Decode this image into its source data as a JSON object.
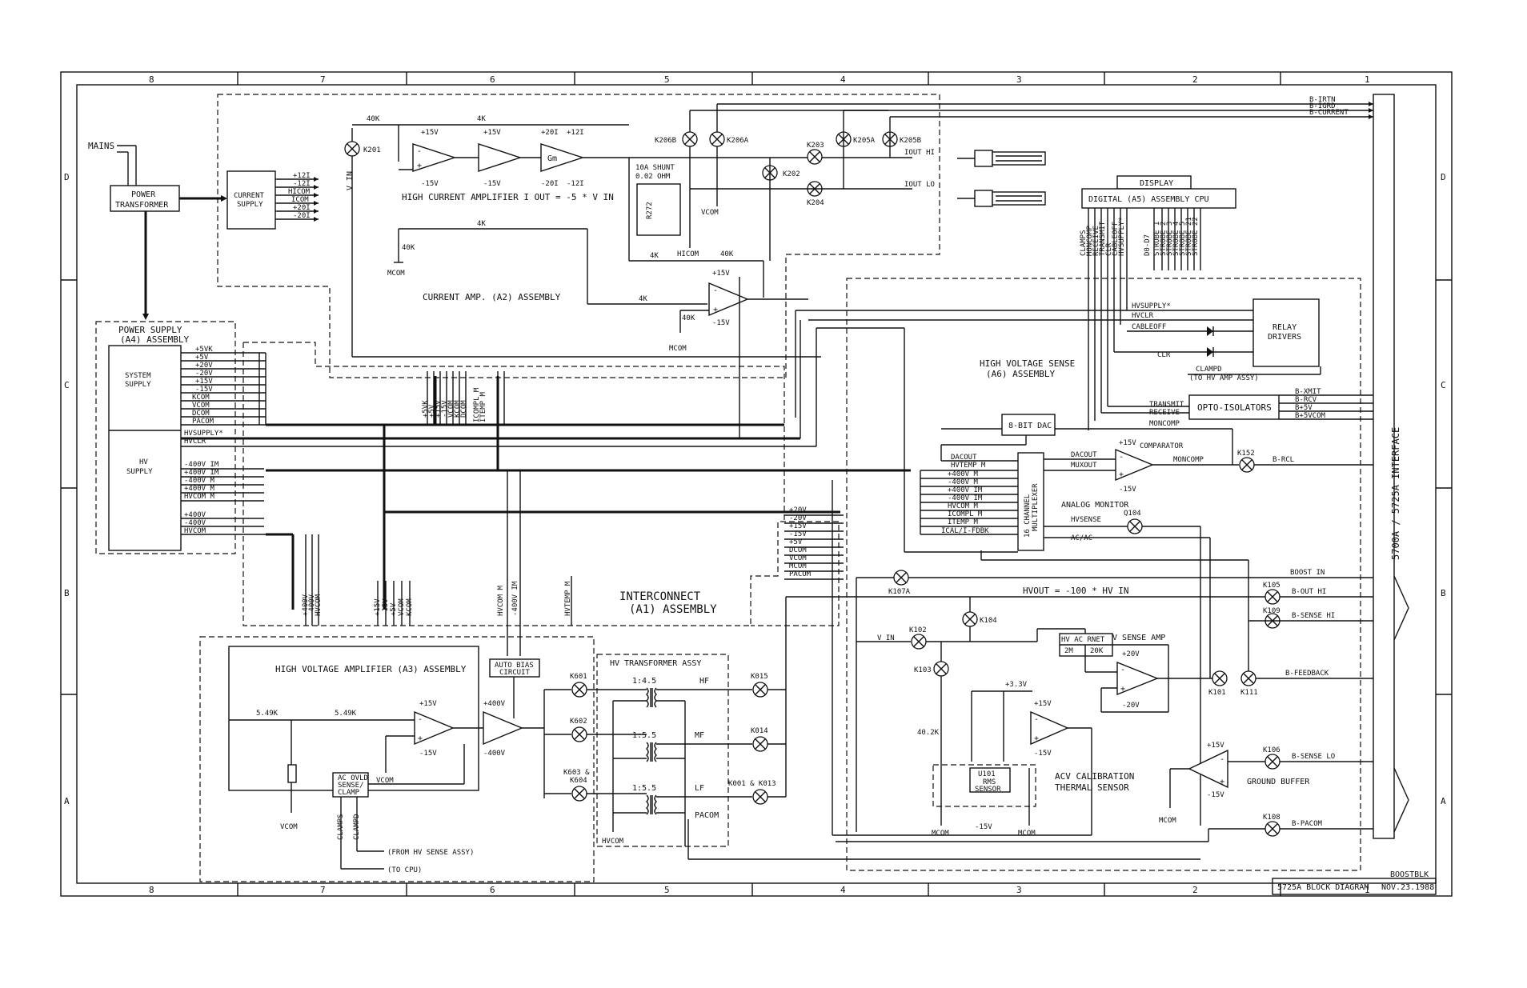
{
  "zones_top": [
    "8",
    "7",
    "6",
    "5",
    "4",
    "3",
    "2",
    "1"
  ],
  "zones_side": [
    "D",
    "C",
    "B",
    "A"
  ],
  "mains": "MAINS",
  "power_transformer": [
    "POWER",
    "TRANSFORMER"
  ],
  "current_supply": [
    "CURRENT",
    "SUPPLY"
  ],
  "current_supply_rails": [
    "+12I",
    "-12I",
    "HICOM",
    "ICOM",
    "+20I",
    "-20I"
  ],
  "current_amp": {
    "label": "CURRENT AMP. (A2) ASSEMBLY",
    "title": "HIGH CURRENT AMPLIFIER I OUT = -5 * V IN",
    "v_in": "V IN",
    "r40k": "40K",
    "r4k": "4K",
    "gm": "Gm",
    "p15": "+15V",
    "m15": "-15V",
    "p20i": "+20I",
    "m20i": "-20I",
    "p12i": "+12I",
    "m12i": "-12I",
    "shunt": [
      "10A SHUNT",
      "0.02 OHM"
    ],
    "r272": "R272",
    "vcom": "VCOM",
    "hicom": "HICOM",
    "mcom": "MCOM",
    "relays": [
      "K201",
      "K206B",
      "K206A",
      "K203",
      "K205A",
      "K205B",
      "K202",
      "K204"
    ],
    "iout_hi": "IOUT HI",
    "iout_lo": "IOUT LO"
  },
  "power_supply": {
    "title": [
      "POWER SUPPLY",
      "(A4) ASSEMBLY"
    ],
    "system_supply": [
      "SYSTEM",
      "SUPPLY"
    ],
    "hv_supply": [
      "HV",
      "SUPPLY"
    ],
    "system_rails": [
      "+5VK",
      "+5V",
      "+20V",
      "-20V",
      "+15V",
      "-15V",
      "KCOM",
      "VCOM",
      "DCOM",
      "PACOM"
    ],
    "hv_rails_a": [
      "HVSUPPLY*",
      "HVCLR"
    ],
    "hv_rails_b": [
      "-400V IM",
      "+400V IM",
      "-400V M",
      "+400V M",
      "HVCOM M"
    ],
    "hv_rails_c": [
      "+400V",
      "-400V",
      "HVCOM"
    ]
  },
  "interconnect": [
    "INTERCONNECT",
    "(A1) ASSEMBLY"
  ],
  "bus_labels_top": [
    "+5VK",
    "+5V",
    "+15V",
    "-15V",
    "VCOM",
    "KCOM",
    "DCOM"
  ],
  "bus_labels_icompl": [
    "ICOMPL M",
    "ITEMP M"
  ],
  "bus_labels_bottom_a": [
    "+400V",
    "-400V",
    "HVCOM"
  ],
  "bus_labels_bottom_b": [
    "+15V",
    "-15V",
    "+5V",
    "VCOM",
    "KCOM"
  ],
  "bus_labels_bottom_c": [
    "HVCOM M",
    "-400V IM",
    "HVTEMP M"
  ],
  "right_bus": [
    "+20V",
    "-20V",
    "+15V",
    "-15V",
    "+5V",
    "DCOM",
    "VCOM",
    "MCOM",
    "PACOM"
  ],
  "display": "DISPLAY",
  "cpu": "DIGITAL (A5) ASSEMBLY CPU",
  "cpu_signals": [
    "CLAMPS",
    "MONCOMP",
    "RECEIVE",
    "TRANSMIT",
    "CLR",
    "CABLEOFF",
    "HVSUPPLY*",
    "D0-D7",
    "STROBE 1",
    "STROBE 2",
    "STROBE 3",
    "STROBE 4",
    "STROBE 5",
    "STROBE 21",
    "STROBE 22"
  ],
  "interface_right": [
    "B-IRTN",
    "B-IGRD",
    "B-CURRENT"
  ],
  "relay_drivers": [
    "RELAY",
    "DRIVERS"
  ],
  "relay_signals": [
    "HVSUPPLY*",
    "HVCLR",
    "CABLEOFF",
    "CLR",
    "CLAMPD",
    "(TO HV AMP ASSY)"
  ],
  "hv_sense": [
    "HIGH VOLTAGE SENSE",
    "(A6) ASSEMBLY"
  ],
  "opto": "OPTO-ISOLATORS",
  "opto_signals": [
    "TRANSMIT",
    "RECEIVE",
    "MONCOMP"
  ],
  "b_lines": [
    "B-XMIT",
    "B-RCV",
    "B+5V",
    "B+5VCOM"
  ],
  "interface_title": "5700A / 5725A INTERFACE",
  "dac": "8-BIT DAC",
  "mux": [
    "16 CHANNEL",
    "MULTIPLEXER"
  ],
  "mux_inputs": [
    "DACOUT",
    "HVTEMP M",
    "+400V M",
    "-400V M",
    "+400V IM",
    "-400V IM",
    "HVCOM M",
    "ICOMPL M",
    "ITEMP M",
    "ICAL/I-FDBK"
  ],
  "dacout": "DACOUT",
  "muxout": "MUXOUT",
  "comparator": "COMPARATOR",
  "moncomp": "MONCOMP",
  "k152": "K152",
  "b_rcl": "B-RCL",
  "analog_monitor": "ANALOG MONITOR",
  "hvsense": "HVSENSE",
  "q104": "Q104",
  "acac": "AC/AC",
  "boost_in": "BOOST IN",
  "k107a": "K107A",
  "hvout": "HVOUT = -100 * HV IN",
  "k105": "K105",
  "b_out_hi": "B-OUT HI",
  "k109": "K109",
  "b_sense_hi": "B-SENSE HI",
  "k104": "K104",
  "v_in": "V IN",
  "k102": "K102",
  "k103": "K103",
  "hv_sense_amp": "HV SENSE AMP",
  "hv_ac_rnet": "HV AC RNET",
  "r2m": "2M",
  "r20k": "20K",
  "p20v": "+20V",
  "m20v": "-20V",
  "p33v": "+3.3V",
  "k101": "K101",
  "k111": "K111",
  "b_feedback": "B-FEEDBACK",
  "r402k": "40.2K",
  "u101": [
    "U101",
    "RMS",
    "SENSOR"
  ],
  "acv_cal": [
    "ACV CALIBRATION",
    "THERMAL SENSOR"
  ],
  "mcom": "MCOM",
  "m15v": "-15V",
  "p15v": "+15V",
  "ground_buffer": "GROUND BUFFER",
  "k106": "K106",
  "b_sense_lo": "B-SENSE LO",
  "k108": "K108",
  "b_pacom": "B-PACOM",
  "hv_amp": {
    "title": "HIGH VOLTAGE AMPLIFIER (A3) ASSEMBLY",
    "r549a": "5.49K",
    "r549b": "5.49K",
    "p15": "+15V",
    "m15": "-15V",
    "p400": "+400V",
    "m400": "-400V",
    "vcom": "VCOM",
    "vcom2": "VCOM",
    "auto_bias": [
      "AUTO BIAS",
      "CIRCUIT"
    ],
    "ovld": [
      "AC OVLD",
      "SENSE/",
      "CLAMP"
    ],
    "clamps": "CLAMPS",
    "clampd": "CLAMPD",
    "from_hv": "(FROM HV SENSE ASSY)",
    "to_cpu": "(TO CPU)",
    "k601": "K601",
    "k602": "K602",
    "k603": [
      "K603 &",
      "K604"
    ]
  },
  "hv_transformer": {
    "title": "HV TRANSFORMER ASSY",
    "ratios": [
      "1:4.5",
      "1:5.5",
      "1:5.5"
    ],
    "taps": [
      "HF",
      "MF",
      "LF"
    ],
    "pacom": "PACOM",
    "hvcom": "HVCOM",
    "k615": "K015",
    "k614": "K014",
    "k601_613": "K001 & K013"
  },
  "title_block": {
    "id": "BOOSTBLK",
    "title": "5725A BLOCK DIAGRAM",
    "date": "NOV.23.1988"
  }
}
